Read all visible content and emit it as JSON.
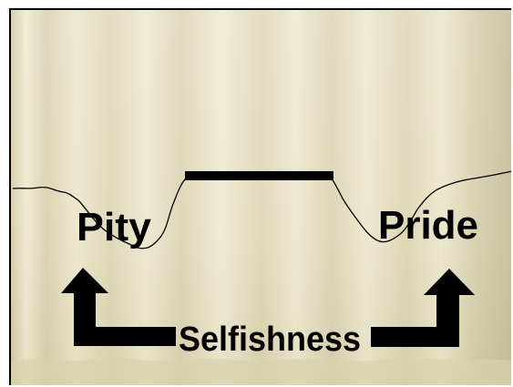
{
  "diagram": {
    "left_label": "Pity",
    "right_label": "Pride",
    "base_label": "Selfishness",
    "colors": {
      "ink": "#000000",
      "background": "#e6e0c2"
    }
  }
}
